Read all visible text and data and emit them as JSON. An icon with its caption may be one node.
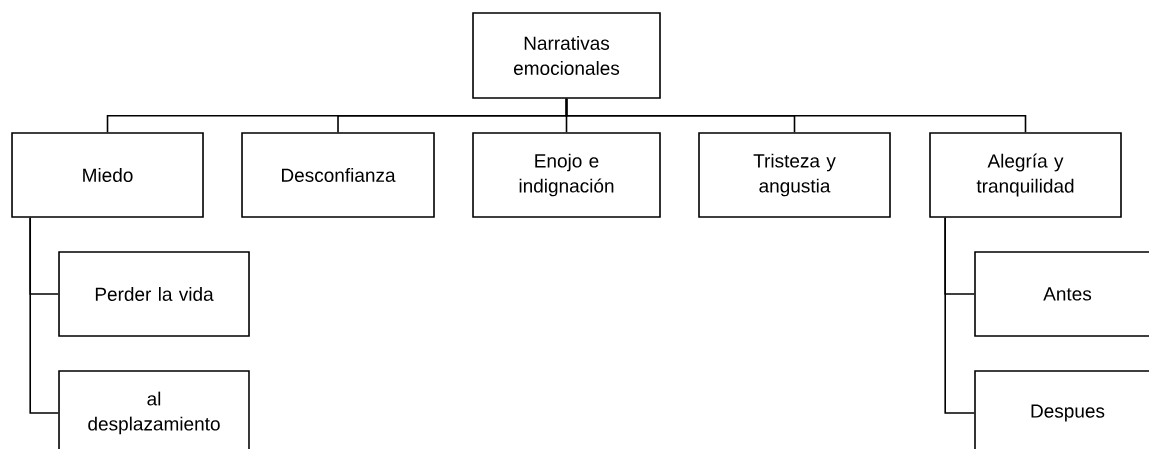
{
  "diagram": {
    "nodes": [
      {
        "text": [
          "Narrativas emocionales"
        ]
      },
      {
        "text": [
          "Miedo"
        ]
      },
      {
        "text": [
          "Desconfianza"
        ]
      },
      {
        "text": [
          "Enojo e indignación"
        ]
      },
      {
        "text": [
          "Tristeza y angustia"
        ]
      },
      {
        "text": [
          "Alegría y tranquilidad"
        ]
      },
      {
        "text": [
          "Perder la vida"
        ]
      },
      {
        "text": [
          "al desplazamiento"
        ]
      },
      {
        "text": [
          "Antes"
        ]
      },
      {
        "text": [
          "Despues"
        ]
      }
    ],
    "edges": [
      {
        "from": 0,
        "to": 1,
        "arrow": "none"
      },
      {
        "from": 0,
        "to": 2,
        "arrow": "none"
      },
      {
        "from": 0,
        "to": 3,
        "arrow": "none"
      },
      {
        "from": 0,
        "to": 4,
        "arrow": "none"
      },
      {
        "from": 0,
        "to": 5,
        "arrow": "none"
      },
      {
        "from": 1,
        "to": 6,
        "arrow": "none"
      },
      {
        "from": 1,
        "to": 7,
        "arrow": "none"
      },
      {
        "from": 5,
        "to": 8,
        "arrow": "none"
      },
      {
        "from": 5,
        "to": 9,
        "arrow": "none"
      }
    ]
  }
}
